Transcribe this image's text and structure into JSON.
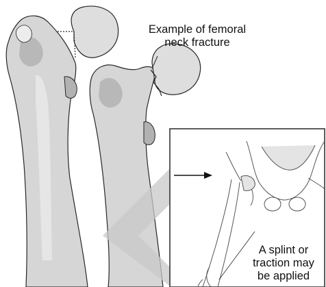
{
  "annotations": {
    "fracture_label": [
      "Example of femoral",
      "neck fracture"
    ],
    "splint_label": [
      "A splint or",
      "traction may",
      "be applied"
    ]
  },
  "colors": {
    "bone_fill": "#d6d6d6",
    "bone_shadow": "#b2b2b2",
    "bone_highlight": "#efefef",
    "outline": "#262626",
    "watermark": "#c8c8c8",
    "background": "#ffffff"
  },
  "icons": {
    "arrow": "right-arrow-icon"
  }
}
